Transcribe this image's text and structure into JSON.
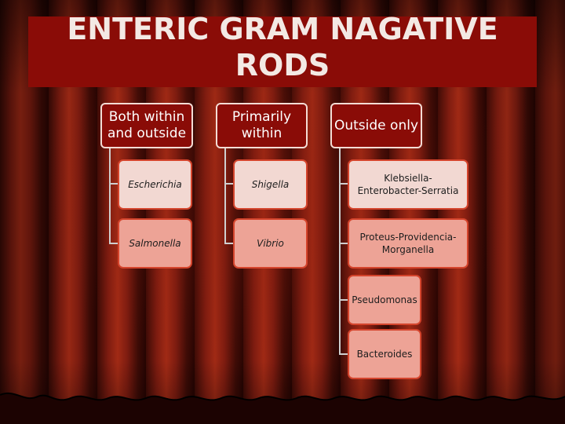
{
  "slide": {
    "title": "ENTERIC GRAM NAGATIVE RODS"
  },
  "columns": [
    {
      "heading": "Both within and outside",
      "items": [
        "Escherichia",
        "Salmonella"
      ]
    },
    {
      "heading": "Primarily within",
      "items": [
        "Shigella",
        "Vibrio"
      ]
    },
    {
      "heading": "Outside only",
      "items": [
        "Klebsiella-Enterobacter-Serratia",
        "Proteus-Providencia-Morganella",
        "Pseudomonas",
        "Bacteroides"
      ]
    }
  ],
  "colors": {
    "heading_fill": "#8a0c07",
    "item_fill_light": "#f2d8d2",
    "item_fill_salmon": "#eda396",
    "item_border": "#d4442c",
    "curtain": "#7e1c10"
  }
}
